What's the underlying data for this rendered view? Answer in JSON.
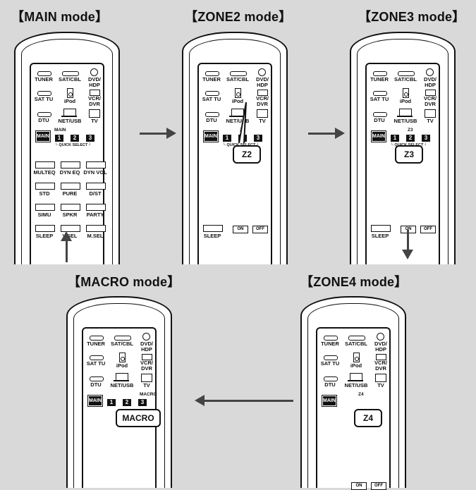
{
  "titles": {
    "main": "【MAIN mode】",
    "zone2": "【ZONE2 mode】",
    "zone3": "【ZONE3 mode】",
    "macro": "【MACRO mode】",
    "zone4": "【ZONE4 mode】"
  },
  "source_buttons": {
    "tuner": "TUNER",
    "satcbl": "SAT/CBL",
    "dvd": "DVD/ HDP",
    "sattu": "SAT TU",
    "ipod": "iPod",
    "vcr": "VCR/ DVR",
    "dtu": "DTU",
    "netusb": "NET/USB",
    "tv": "TV"
  },
  "main_button": "MAIN",
  "numbers": [
    "1",
    "2",
    "3"
  ],
  "quick_select": "└ QUICK SELECT ┘",
  "zone_tags": {
    "main": "MAIN",
    "z2": "Z2",
    "z3": "Z3",
    "z4": "Z4",
    "macro": "MACRO"
  },
  "callouts": {
    "z2": "Z2",
    "z3": "Z3",
    "z4": "Z4",
    "macro": "MACRO"
  },
  "sound_buttons": [
    "MULTEQ",
    "DYN EQ",
    "DYN VOL",
    "STD",
    "PURE",
    "D/ST",
    "SIMU",
    "SPKR",
    "PARTY",
    "SLEEP",
    "V.SEL",
    "M.SEL"
  ],
  "zone_bottom": {
    "sleep": "SLEEP",
    "on": "ON",
    "off": "OFF"
  },
  "colors": {
    "background": "#d9d9d9",
    "arrow": "#444444",
    "outline": "#111111"
  }
}
